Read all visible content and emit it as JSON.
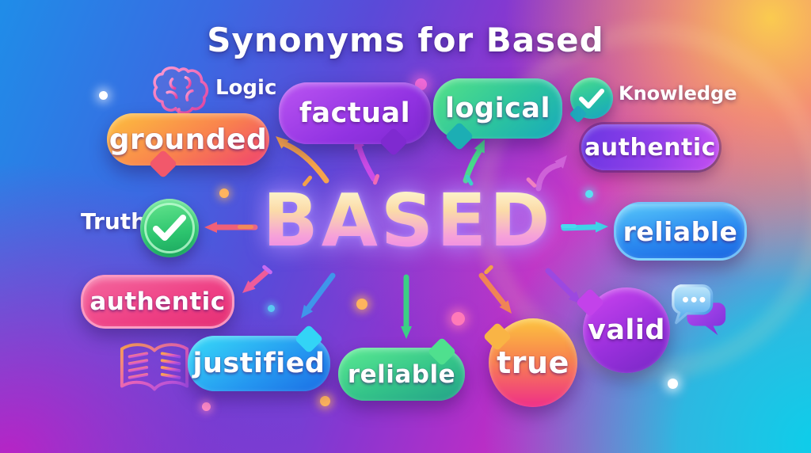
{
  "title": "Synonyms for Based",
  "center": {
    "word": "BASED"
  },
  "concept_labels": [
    {
      "id": "logic",
      "text": "Logic",
      "icon": "brain-icon"
    },
    {
      "id": "knowledge",
      "text": "Knowledge",
      "icon": "check-bubble-icon"
    },
    {
      "id": "truth",
      "text": "Truth",
      "icon": "check-circle-icon"
    }
  ],
  "synonyms": [
    {
      "id": "grounded",
      "text": "grounded",
      "bubble": "orange-pink speech bubble, top left"
    },
    {
      "id": "factual",
      "text": "factual",
      "bubble": "purple speech bubble, top center-left"
    },
    {
      "id": "logical",
      "text": "logical",
      "bubble": "green-teal speech bubble, top center-right"
    },
    {
      "id": "authentic-top-right",
      "text": "authentic",
      "bubble": "purple pill, top right"
    },
    {
      "id": "reliable-right",
      "text": "reliable",
      "bubble": "blue pill, right"
    },
    {
      "id": "authentic-left",
      "text": "authentic",
      "bubble": "pink pill, bottom left"
    },
    {
      "id": "justified",
      "text": "justified",
      "bubble": "cyan-blue speech bubble, bottom left"
    },
    {
      "id": "reliable-bottom",
      "text": "reliable",
      "bubble": "green speech bubble, bottom center"
    },
    {
      "id": "true",
      "text": "true",
      "bubble": "orange-pink round bubble, bottom right"
    },
    {
      "id": "valid",
      "text": "valid",
      "bubble": "purple round bubble, right"
    }
  ],
  "decorative_icons": [
    "brain-icon",
    "check-bubble-icon",
    "check-circle-icon",
    "book-icon",
    "chat-bubbles-icon"
  ],
  "colors": {
    "background_blue": "#1f8de8",
    "background_magenta": "#e234ae",
    "corner_yellow": "#fcd34a",
    "corner_cyan": "#0dceea",
    "title_text": "#ffffff",
    "center_word_top": "#fdf8d2",
    "center_word_bottom": "#ee86e8",
    "bubble_orange_pink": "#f9814e",
    "bubble_purple": "#9233e2",
    "bubble_green_teal": "#2cc49e",
    "bubble_blue": "#2b8af0",
    "bubble_pink": "#ee3f84",
    "bubble_cyan_blue": "#2496f0",
    "check_green": "#2cc46e"
  }
}
